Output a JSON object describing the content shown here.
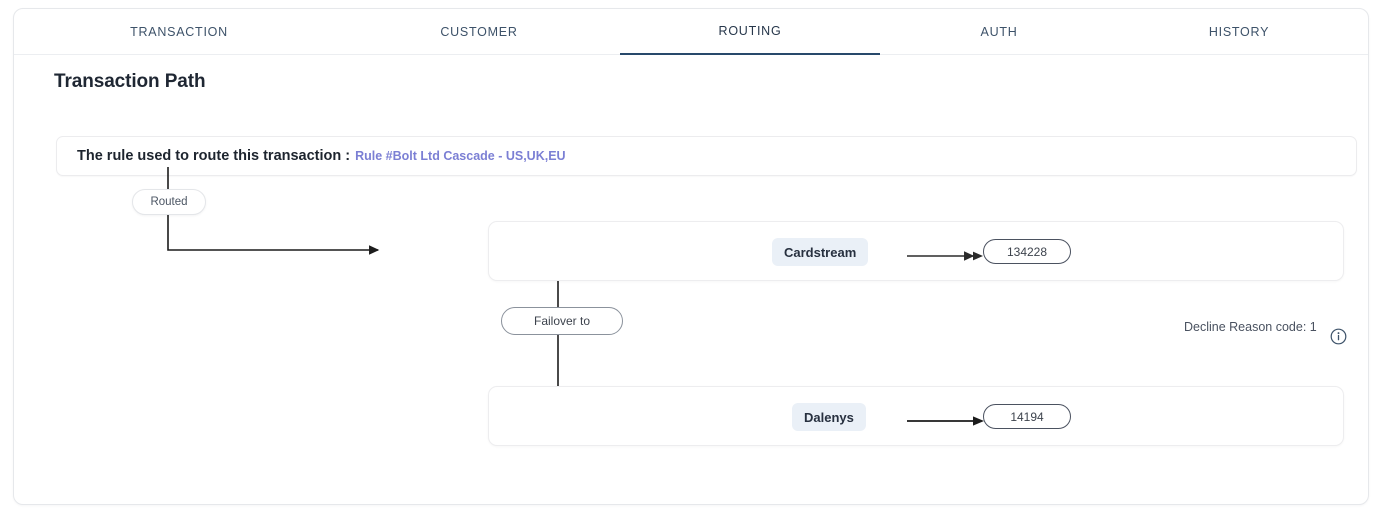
{
  "tabs": [
    {
      "label": "TRANSACTION",
      "active": false
    },
    {
      "label": "CUSTOMER",
      "active": false
    },
    {
      "label": "ROUTING",
      "active": true
    },
    {
      "label": "AUTH",
      "active": false
    },
    {
      "label": "HISTORY",
      "active": false
    }
  ],
  "section": {
    "title": "Transaction Path"
  },
  "rule": {
    "label": "The rule used to route this transaction :",
    "link": "Rule #Bolt Ltd Cascade - US,UK,EU"
  },
  "flow": {
    "routed_label": "Routed",
    "failover_label": "Failover to",
    "steps": [
      {
        "provider": "Cardstream",
        "code": "134228"
      },
      {
        "provider": "Dalenys",
        "code": "14194"
      }
    ]
  },
  "decline": {
    "text": "Decline Reason code: 1",
    "info_icon": "info-circle-icon"
  },
  "colors": {
    "tab_active_underline": "#28496b",
    "tab_text": "#3d5269",
    "rule_link": "#7b7fd4",
    "provider_badge_bg": "#eaf0f7",
    "line": "#1c1c1c"
  }
}
